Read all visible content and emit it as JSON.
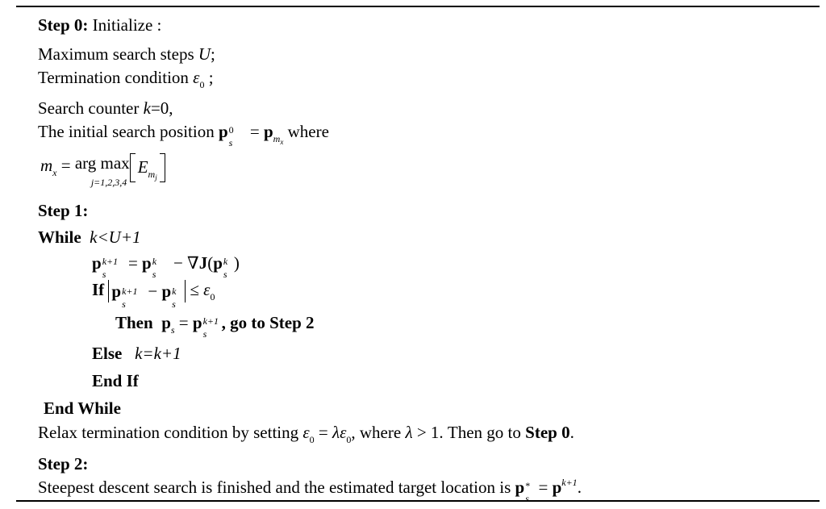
{
  "algorithm": {
    "step0_title": "Step 0:",
    "step0_text": " Initialize :",
    "max_steps_text": "Maximum search steps ",
    "max_steps_var": "U",
    "max_steps_end": ";",
    "termination_text": "Termination condition ",
    "epsilon": "ε",
    "zero": "0",
    "termination_end": " ;",
    "counter_text": "Search counter ",
    "counter_var": "k",
    "counter_val": "=0,",
    "initial_text": "The initial search position ",
    "p": "p",
    "s": "s",
    "mx": "m",
    "x": "x",
    "where": " where",
    "eq": " = ",
    "argmax": "arg max",
    "argmax_under": "j=1,2,3,4",
    "E": "E",
    "mj": "m",
    "j": "j",
    "step1_title": "Step 1:",
    "while_kw": "While",
    "while_cond": "k<U+1",
    "kp1": "k+1",
    "k": "k",
    "minus_grad": " − ∇",
    "J": "J",
    "if_kw": "If",
    "minus": " − ",
    "leq": " ≤ ",
    "then_kw": "Then",
    "goto_text": ", go to ",
    "goto_step2": "Step 2",
    "else_kw": "Else",
    "else_expr": "k=k+1",
    "endif_kw": "End If",
    "endwhile_kw": "End While",
    "relax_text": "Relax termination condition by setting ",
    "lambda": "λ",
    "relax_where": ", where ",
    "gt1": " > 1",
    "relax_then": ". Then go to ",
    "relax_step0": "Step 0",
    "period": ".",
    "step2_title": "Step 2:",
    "finish_text": "Steepest descent search is finished and the estimated target location is ",
    "star": "*"
  }
}
